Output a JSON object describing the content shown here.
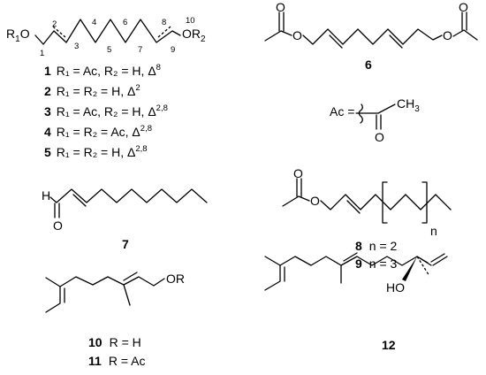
{
  "structure_1_5": {
    "left_group": "R",
    "left_group_sub": "1",
    "left_oxygen": "O",
    "right_oxygen": "O",
    "right_group": "R",
    "right_group_sub": "2",
    "position_numbers": [
      "1",
      "2",
      "3",
      "4",
      "5",
      "6",
      "7",
      "8",
      "9",
      "10"
    ]
  },
  "legend_1_5": [
    {
      "id": "1",
      "text": "R₁ = Ac, R₂ = H, Δ",
      "sup": "8"
    },
    {
      "id": "2",
      "text": "R₁ = R₂ = H, Δ",
      "sup": "2"
    },
    {
      "id": "3",
      "text": "R₁ = Ac, R₂ = H, Δ",
      "sup": "2,8"
    },
    {
      "id": "4",
      "text": "R₁ = R₂ = Ac, Δ",
      "sup": "2,8"
    },
    {
      "id": "5",
      "text": "R₁ = R₂ = H, Δ",
      "sup": "2,8"
    }
  ],
  "compound_6": {
    "id": "6",
    "left_oxygen": "O",
    "right_oxygen": "O"
  },
  "ac_definition": {
    "label": "Ac =",
    "methyl": "CH",
    "methyl_sub": "3",
    "oxygen": "O"
  },
  "compound_7": {
    "id": "7",
    "hydrogen": "H",
    "oxygen": "O"
  },
  "compound_8_9": {
    "oxygen": "O",
    "repeat_index": "n"
  },
  "legend_8_9": [
    {
      "id": "8",
      "text": "n = 2"
    },
    {
      "id": "9",
      "text": "n = 3"
    }
  ],
  "compound_10_11": {
    "group": "OR"
  },
  "legend_10_11": [
    {
      "id": "10",
      "text": "R = H"
    },
    {
      "id": "11",
      "text": "R = Ac"
    }
  ],
  "compound_12": {
    "id": "12",
    "hydroxyl": "HO"
  }
}
